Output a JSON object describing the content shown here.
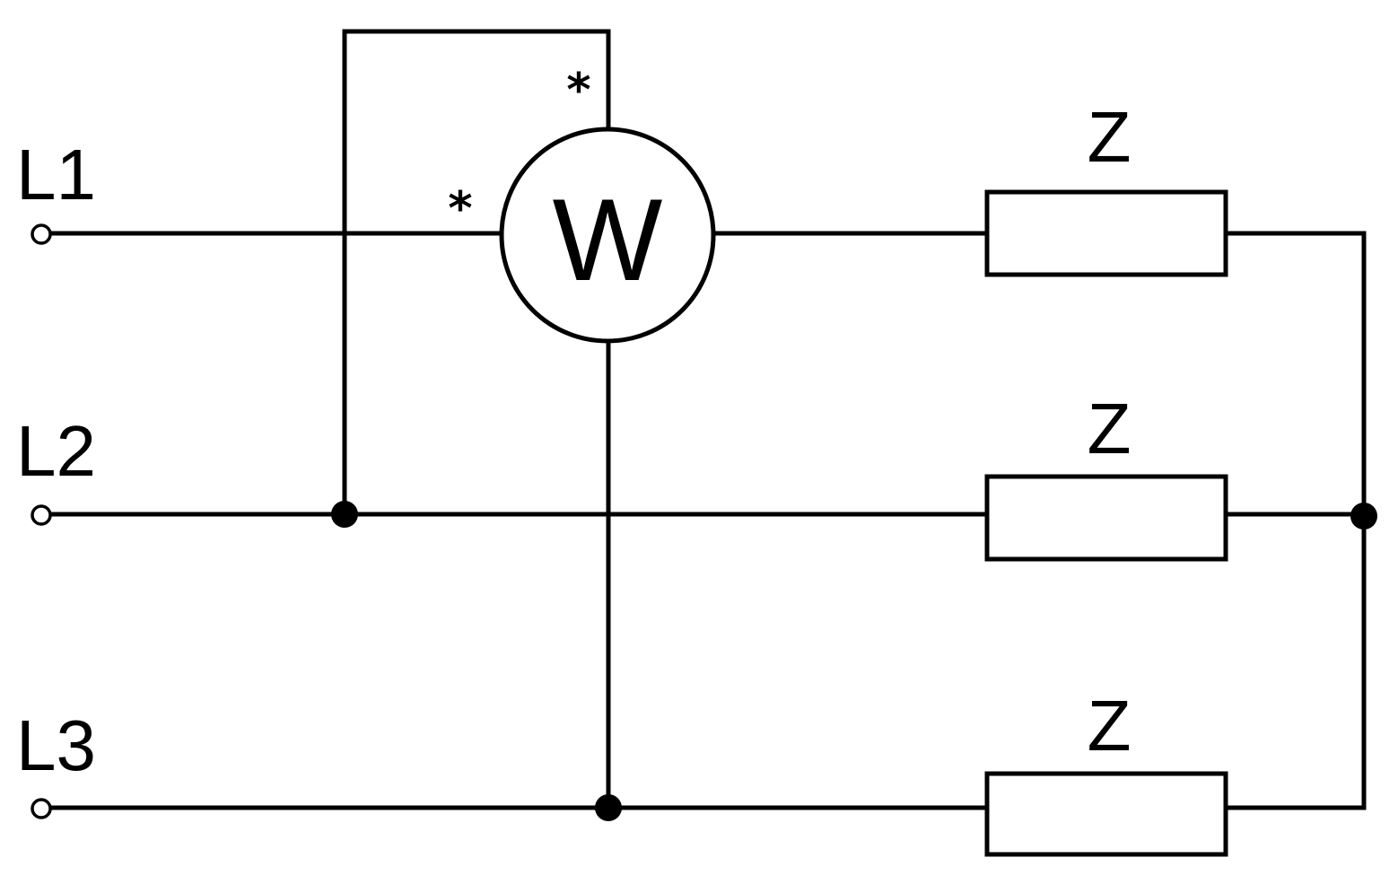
{
  "lines": [
    {
      "id": "L1",
      "label": "L1"
    },
    {
      "id": "L2",
      "label": "L2"
    },
    {
      "id": "L3",
      "label": "L3"
    }
  ],
  "loads": [
    {
      "label": "Z"
    },
    {
      "label": "Z"
    },
    {
      "label": "Z"
    }
  ],
  "wattmeter": {
    "label": "W",
    "current_coil_mark": "*",
    "voltage_coil_mark": "*"
  }
}
